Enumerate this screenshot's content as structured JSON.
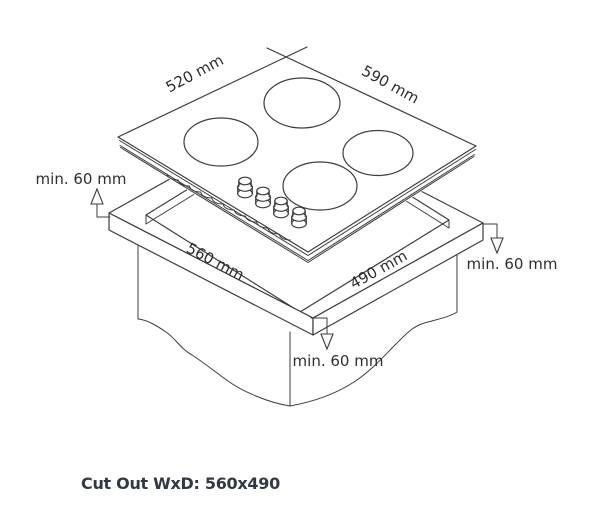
{
  "diagram": {
    "caption": "Cut Out WxD: 560x490",
    "cooktop": {
      "burners": 4,
      "knobs": 4,
      "width_label": "590 mm",
      "depth_label": "520 mm"
    },
    "cutout": {
      "width_label": "560 mm",
      "depth_label": "490 mm"
    },
    "clearances": {
      "left": "min. 60 mm",
      "right": "min. 60 mm",
      "front": "min. 60 mm"
    },
    "colors": {
      "line": "#3d3d3d",
      "dimension_text": "#2e2e2e",
      "caption_text": "#333944",
      "background": "#ffffff"
    }
  }
}
